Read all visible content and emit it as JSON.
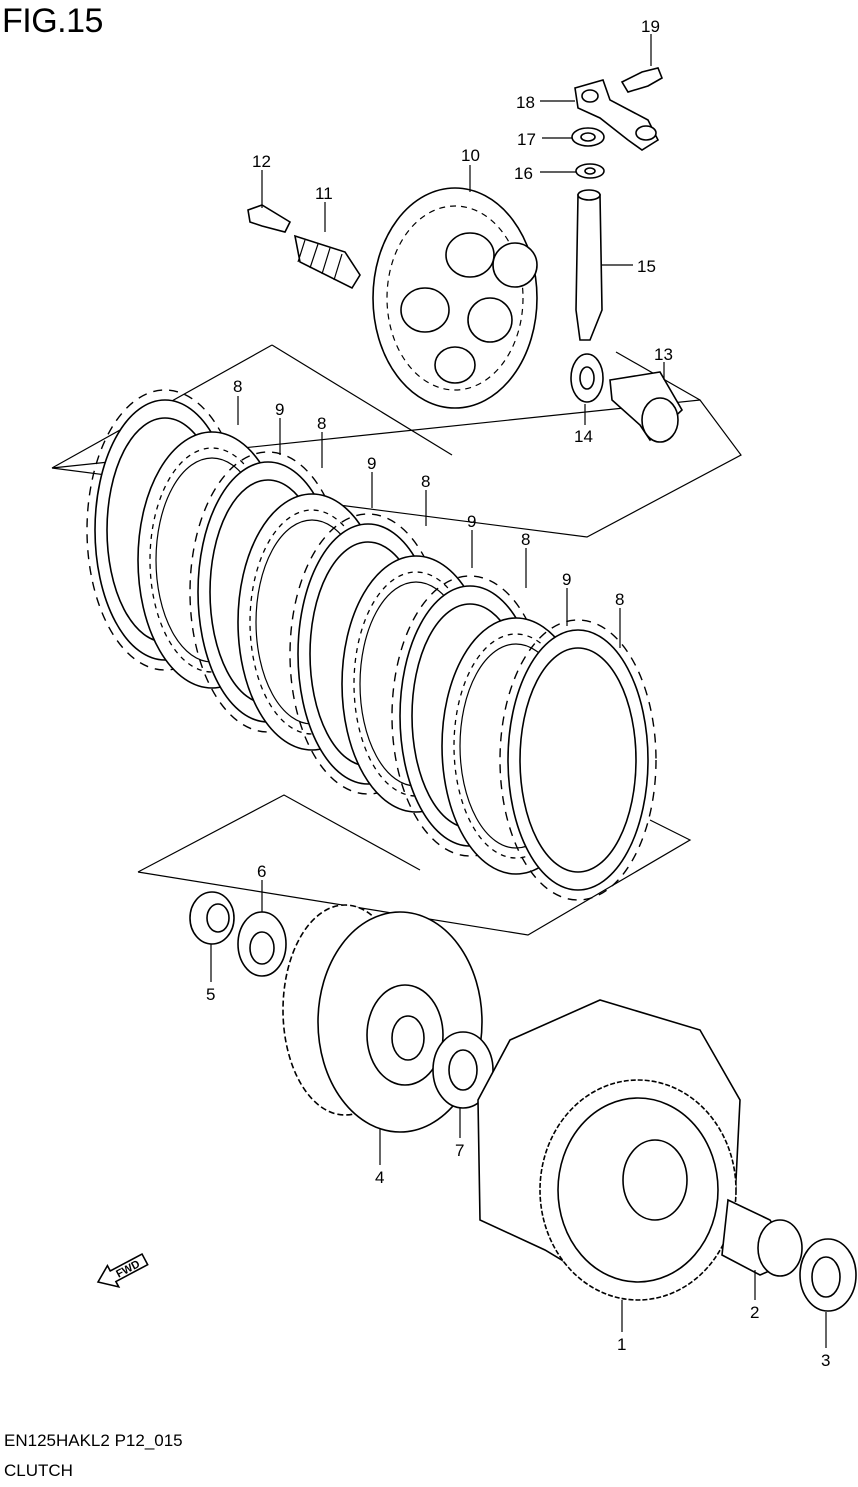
{
  "figure": {
    "title": "FIG.15"
  },
  "footer": {
    "model_code": "EN125HAKL2 P12_015",
    "section": "CLUTCH"
  },
  "fwd_arrow": {
    "label": "FWD"
  },
  "callouts": {
    "c1": "1",
    "c2": "2",
    "c3": "3",
    "c4": "4",
    "c5": "5",
    "c6": "6",
    "c7": "7",
    "c8a": "8",
    "c8b": "8",
    "c8c": "8",
    "c8d": "8",
    "c8e": "8",
    "c9a": "9",
    "c9b": "9",
    "c9c": "9",
    "c9d": "9",
    "c10": "10",
    "c11": "11",
    "c12": "12",
    "c13": "13",
    "c14": "14",
    "c15": "15",
    "c16": "16",
    "c17": "17",
    "c18": "18",
    "c19": "19"
  }
}
